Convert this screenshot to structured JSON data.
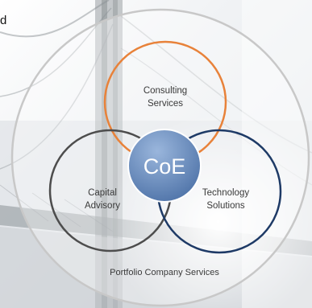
{
  "corner_text": "d",
  "diagram": {
    "outer": {
      "label": "Portfolio Company Services",
      "stroke": "#c8c8c8"
    },
    "circles": [
      {
        "id": "consulting",
        "lines": [
          "Consulting",
          "Services"
        ],
        "stroke": "#e8823a"
      },
      {
        "id": "capital",
        "lines": [
          "Capital",
          "Advisory"
        ],
        "stroke": "#4d4d4d"
      },
      {
        "id": "technology",
        "lines": [
          "Technology",
          "Solutions"
        ],
        "stroke": "#1e3a66"
      }
    ],
    "core": {
      "label": "CoE",
      "fill_top": "#9ab6dc",
      "fill_bottom": "#4a6fa5"
    }
  },
  "colors": {
    "photo_sky": "#e9edf0",
    "photo_structure": "#8c9296"
  }
}
